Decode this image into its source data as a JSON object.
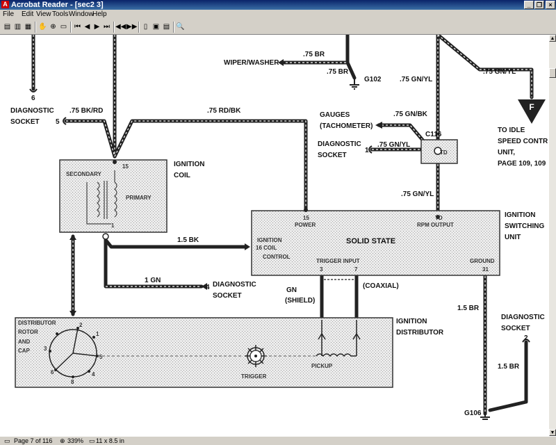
{
  "window": {
    "app_icon": "A",
    "title": "Acrobat Reader - [sec2 3]",
    "min": "_",
    "restore": "❐",
    "close": "×"
  },
  "menu": {
    "file": "File",
    "edit": "Edit",
    "view": "View",
    "tools": "Tools",
    "window": "Window",
    "help": "Help"
  },
  "toolbar": {
    "icons": [
      "page-only-icon",
      "bookmarks-icon",
      "thumbnails-icon",
      "hand-tool-icon",
      "zoom-tool-icon",
      "text-select-icon",
      "first-page-icon",
      "prev-page-icon",
      "next-page-icon",
      "last-page-icon",
      "go-back-icon",
      "go-forward-icon",
      "actual-size-icon",
      "fit-page-icon",
      "fit-width-icon",
      "find-icon"
    ]
  },
  "status": {
    "page": "Page 7 of 116",
    "zoom": "339%",
    "size": "11 x 8.5 in"
  },
  "diagram": {
    "wiper_washer": "WIPER/WASHER",
    "w75br_top": ".75 BR",
    "w75br_mid": ".75 BR",
    "g102": "G102",
    "w75gnyl_top": ".75 GN/YL",
    "w75gnyl_right": ".75 GN/YL",
    "connector_f": "F",
    "to_idle_1": "TO IDLE",
    "to_idle_2": "SPEED CONTR",
    "to_idle_3": "UNIT,",
    "to_idle_4": "PAGE 109, 109",
    "pin6": "6",
    "diag_socket1_a": "DIAGNOSTIC",
    "diag_socket1_b": "SOCKET",
    "pin5": "5",
    "w75bkrd": ".75 BK/RD",
    "w75rdbk": ".75 RD/BK",
    "gauges": "GAUGES",
    "tachometer": "(TACHOMETER)",
    "w75gnbk": ".75 GN/BK",
    "c116": "C116",
    "diag_socket2_a": "DIAGNOSTIC",
    "diag_socket2_b": "SOCKET",
    "pin1": "1",
    "w75gnyl_diag": ".75 GN/YL",
    "td": "TD",
    "w75gnyl_low": ".75 GN/YL",
    "coil_title_a": "IGNITION",
    "coil_title_b": "COIL",
    "coil_secondary": "SECONDARY",
    "coil_primary": "PRIMARY",
    "coil_pin15": "15",
    "coil_pin1": "1",
    "sw_pin15": "15",
    "sw_power": "POWER",
    "sw_td": "TD",
    "sw_rpm": "RPM OUTPUT",
    "switch_title_a": "IGNITION",
    "switch_title_b": "SWITCHING",
    "switch_title_c": "UNIT",
    "solid_state": "SOLID STATE",
    "ign_ctrl_1": "IGNITION",
    "ign_ctrl_2": "16 COIL",
    "ign_ctrl_3": "CONTROL",
    "trigger_input": "TRIGGER INPUT",
    "pin3": "3",
    "pin7": "7",
    "ground_lbl": "GROUND",
    "pin31": "31",
    "w15bk": "1.5 BK",
    "w1gn": "1 GN",
    "pin4": "4",
    "diag_socket3_a": "DIAGNOSTIC",
    "diag_socket3_b": "SOCKET",
    "gn": "GN",
    "shield": "(SHIELD)",
    "coaxial": "(COAXIAL)",
    "w15br_a": "1.5 BR",
    "diag_socket4_a": "DIAGNOSTIC",
    "diag_socket4_b": "SOCKET",
    "pin2": "2",
    "w15br_b": "1.5 BR",
    "g106": "G106",
    "dist_title_a": "IGNITION",
    "dist_title_b": "DISTRIBUTOR",
    "dist_rotor_1": "DISTRIBUTOR",
    "dist_rotor_2": "ROTOR",
    "dist_rotor_3": "AND",
    "dist_rotor_4": "CAP",
    "cap_n1": "1",
    "cap_n2": "2",
    "cap_n3": "3",
    "cap_n4": "4",
    "cap_n5": "5",
    "cap_n6": "6",
    "cap_n8": "8",
    "trigger": "TRIGGER",
    "pickup": "PICKUP"
  }
}
